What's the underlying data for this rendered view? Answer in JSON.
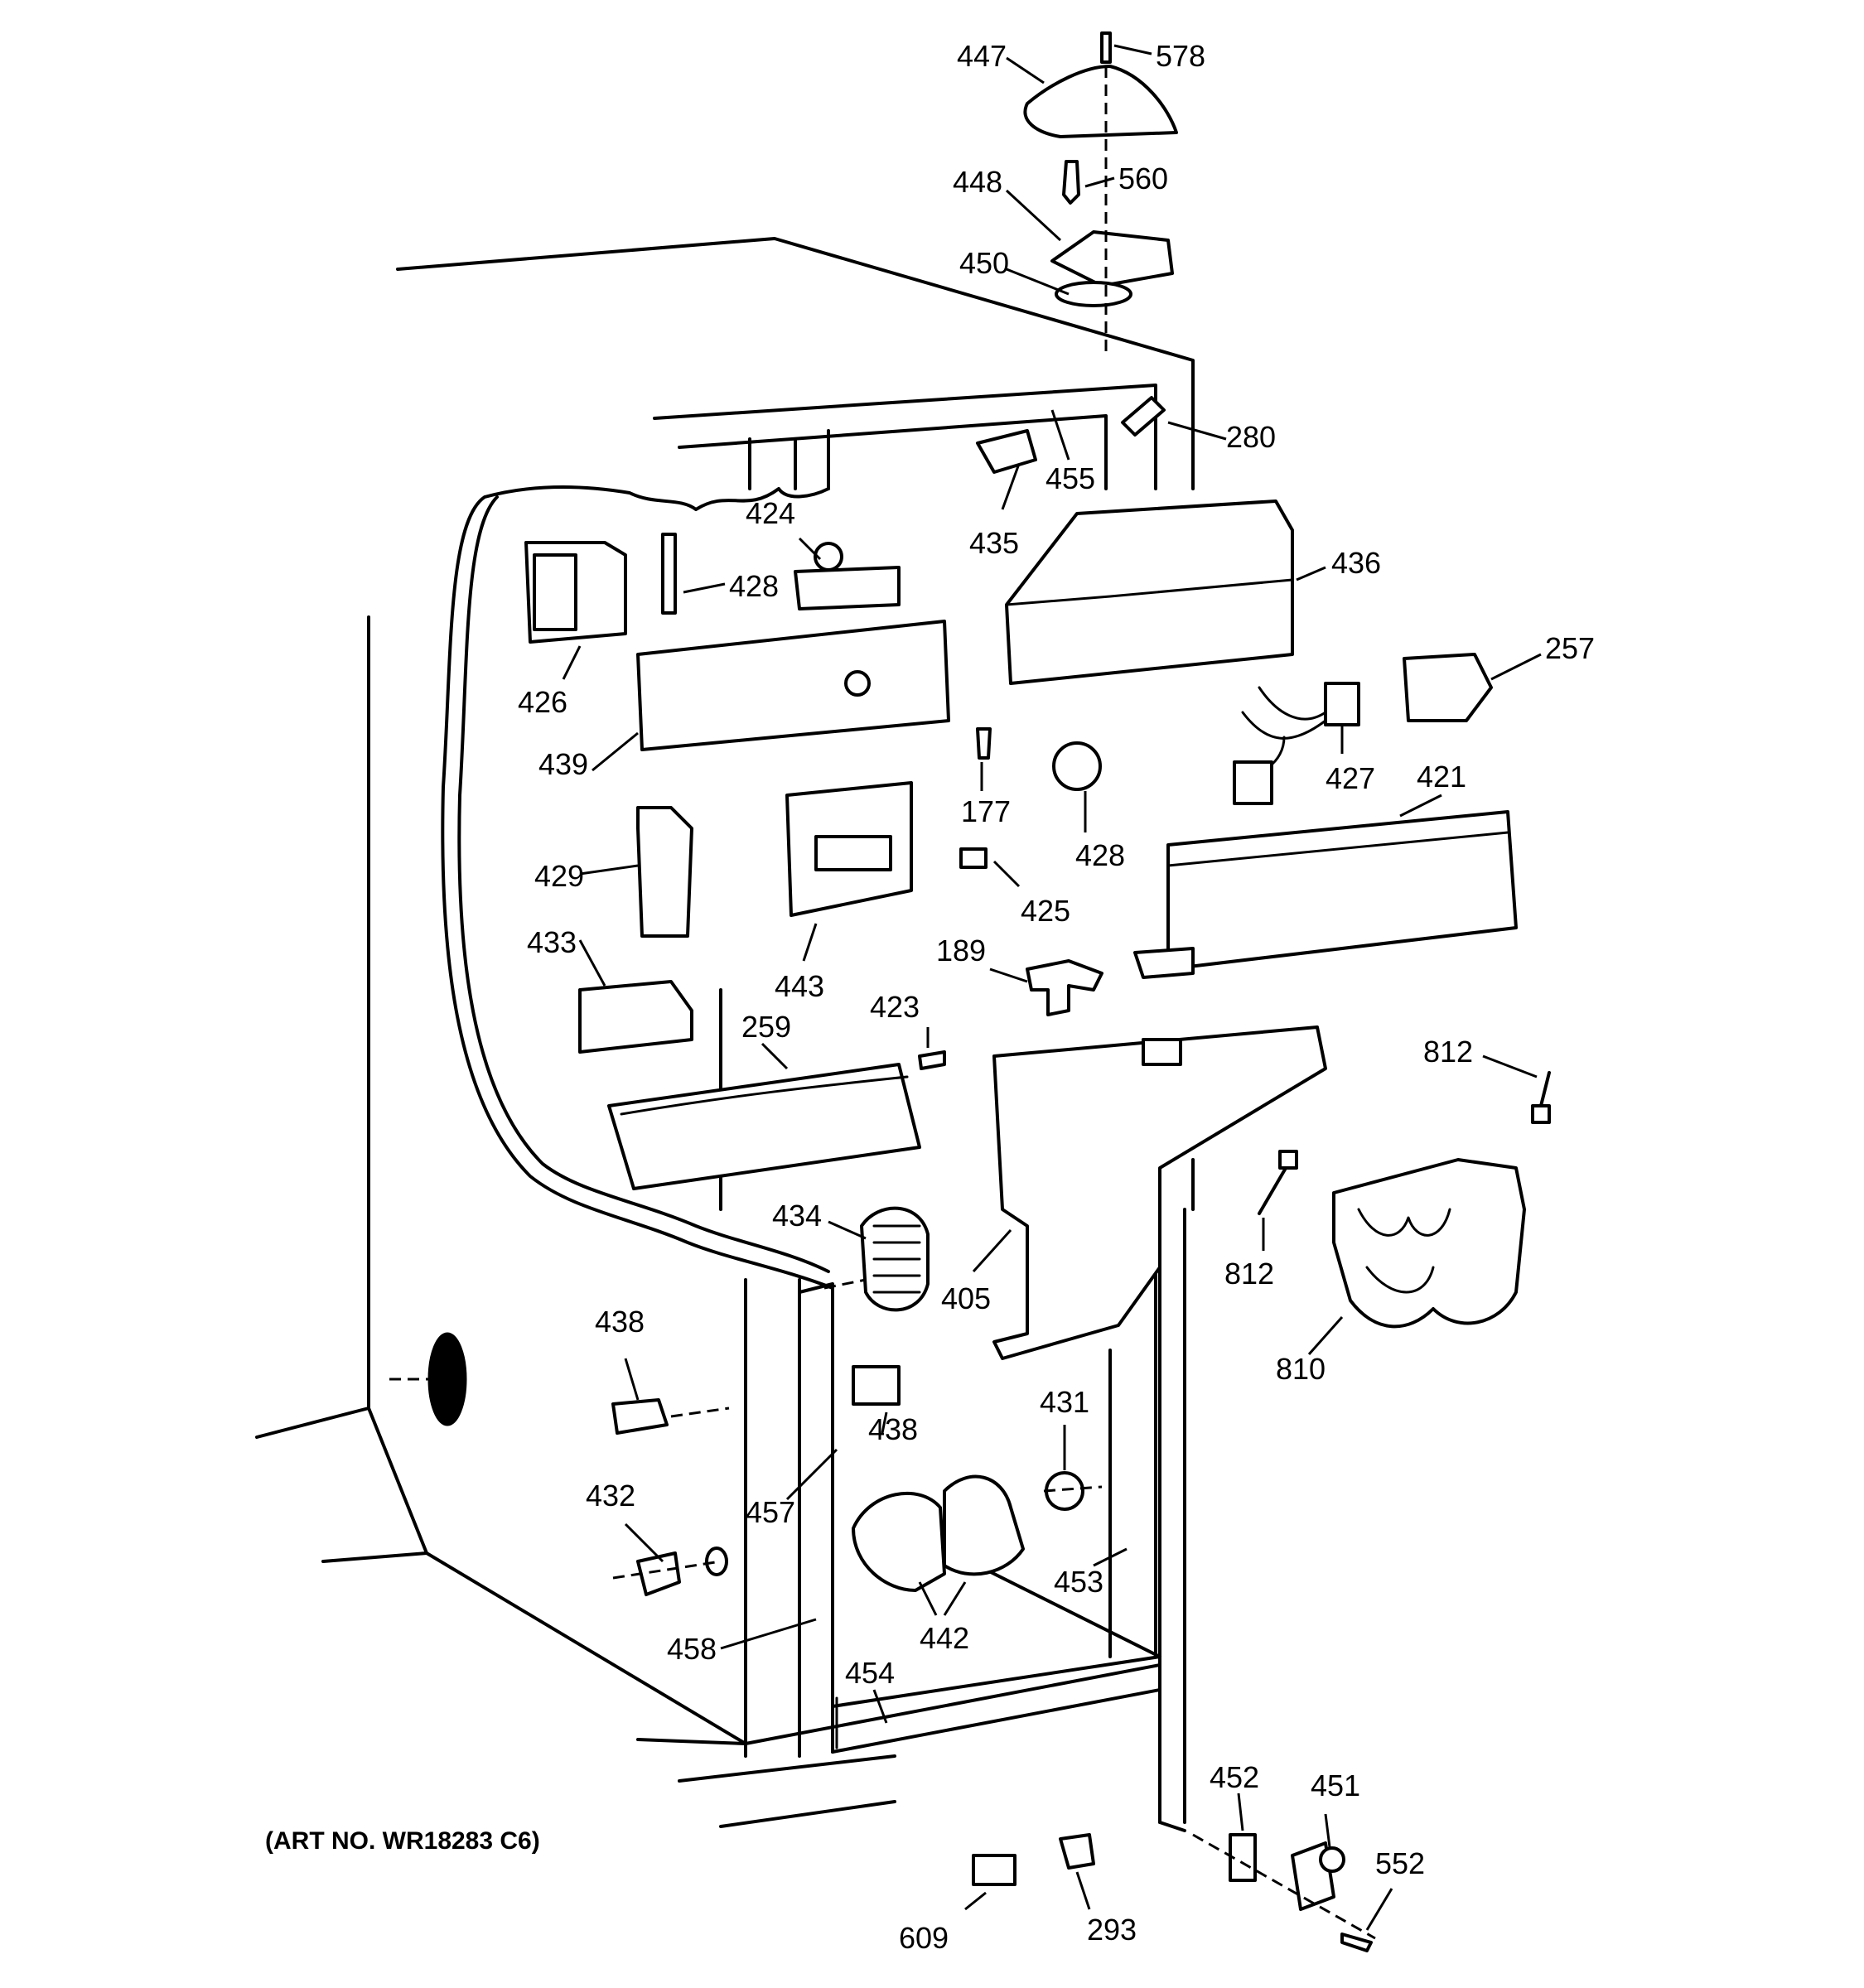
{
  "art_number": "(ART NO. WR18283 C6)",
  "callouts": {
    "p578": "578",
    "p447": "447",
    "p560": "560",
    "p448": "448",
    "p450": "450",
    "p280": "280",
    "p455": "455",
    "p435": "435",
    "p436": "436",
    "p424": "424",
    "p428a": "428",
    "p426": "426",
    "p439": "439",
    "p257": "257",
    "p427": "427",
    "p421": "421",
    "p177": "177",
    "p428b": "428",
    "p425": "425",
    "p429": "429",
    "p443": "443",
    "p433": "433",
    "p189": "189",
    "p423": "423",
    "p259": "259",
    "p812a": "812",
    "p812b": "812",
    "p434": "434",
    "p405": "405",
    "p810": "810",
    "p438a": "438",
    "p438b": "438",
    "p431": "431",
    "p432": "432",
    "p457": "457",
    "p453": "453",
    "p442": "442",
    "p458": "458",
    "p454": "454",
    "p452": "452",
    "p451": "451",
    "p552": "552",
    "p609": "609",
    "p293": "293"
  }
}
